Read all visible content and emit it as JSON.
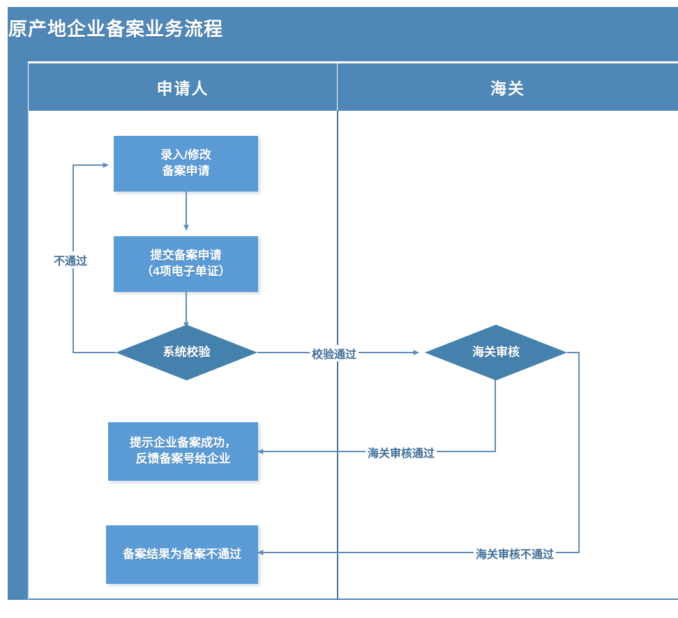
{
  "title": "原产地企业备案业务流程",
  "lanes": [
    {
      "id": "applicant",
      "label": "申请人"
    },
    {
      "id": "customs",
      "label": "海关"
    }
  ],
  "nodes": [
    {
      "id": "entry",
      "type": "process",
      "lane": "applicant",
      "label": "录入/修改\n备案申请"
    },
    {
      "id": "submit",
      "type": "process",
      "lane": "applicant",
      "label": "提交备案申请\n（4项电子单证）"
    },
    {
      "id": "sys_check",
      "type": "decision",
      "lane": "applicant",
      "label": "系统校验"
    },
    {
      "id": "customs_review",
      "type": "decision",
      "lane": "customs",
      "label": "海关审核"
    },
    {
      "id": "success",
      "type": "process",
      "lane": "applicant",
      "label": "提示企业备案成功，\n反馈备案号给企业"
    },
    {
      "id": "rejected",
      "type": "process",
      "lane": "applicant",
      "label": "备案结果为备案不通过"
    }
  ],
  "node_labels": {
    "entry_line1": "录入/修改",
    "entry_line2": "备案申请",
    "submit_line1": "提交备案申请",
    "submit_line2": "（4项电子单证）",
    "sys_check": "系统校验",
    "customs_review": "海关审核",
    "success_line1": "提示企业备案成功，",
    "success_line2": "反馈备案号给企业",
    "rejected": "备案结果为备案不通过"
  },
  "edges": [
    {
      "id": "e_entry_submit",
      "from": "entry",
      "to": "submit",
      "label": ""
    },
    {
      "id": "e_submit_check",
      "from": "submit",
      "to": "sys_check",
      "label": ""
    },
    {
      "id": "e_check_fail",
      "from": "sys_check",
      "to": "entry",
      "label": "不通过"
    },
    {
      "id": "e_check_pass",
      "from": "sys_check",
      "to": "customs_review",
      "label": "校验通过"
    },
    {
      "id": "e_review_pass",
      "from": "customs_review",
      "to": "success",
      "label": "海关审核通过"
    },
    {
      "id": "e_review_fail",
      "from": "customs_review",
      "to": "rejected",
      "label": "海关审核不通过"
    }
  ],
  "edge_labels": {
    "check_fail": "不通过",
    "check_pass": "校验通过",
    "review_pass": "海关审核通过",
    "review_fail": "海关审核不通过"
  },
  "colors": {
    "header_blue": "#4e87b8",
    "process_fill": "#5a9bd5",
    "decision_fill": "#4581ad",
    "connector": "#5b8db8",
    "label_text": "#3f6f99",
    "divider": "#3f6f99",
    "page_background": "#ffffff"
  }
}
